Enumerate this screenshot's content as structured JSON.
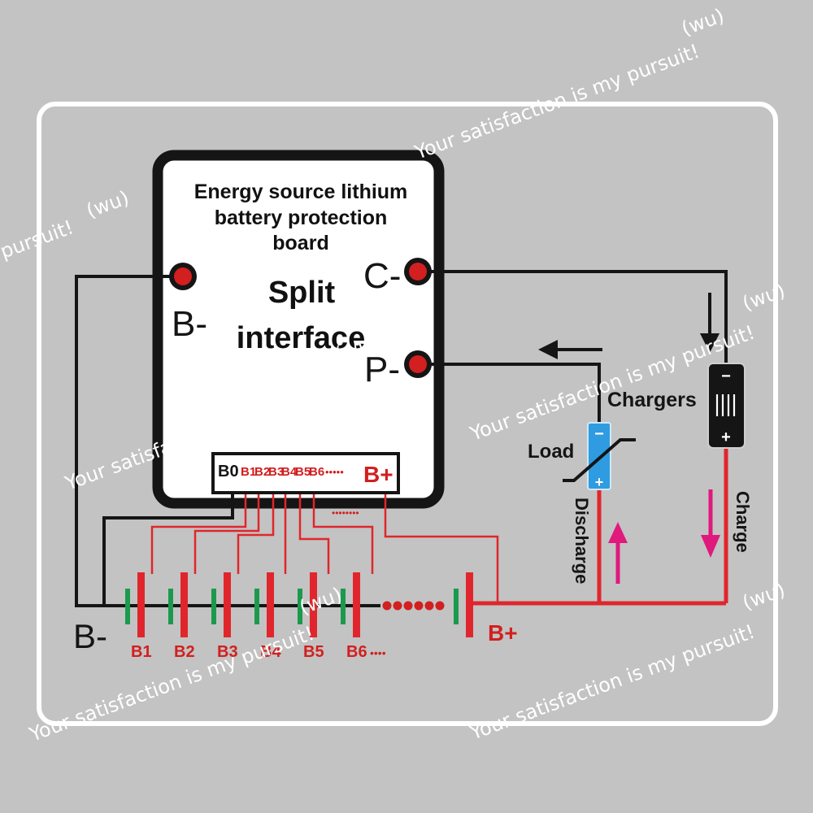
{
  "board": {
    "title_line1": "Energy source lithium",
    "title_line2": "battery protection",
    "title_line3": "board",
    "subtitle_line1": "Split",
    "subtitle_line2": "interface",
    "pad_b_minus": "B-",
    "pad_c_minus": "C-",
    "pad_p_minus": "P-",
    "connector": {
      "b0": "B0",
      "balance": [
        "B1",
        "B2",
        "B3",
        "B4",
        "B5",
        "B6"
      ],
      "dots": "•••••",
      "b_plus": "B+"
    },
    "more_dots": "••••••••"
  },
  "pack": {
    "negative_label": "B-",
    "cells": [
      "B1",
      "B2",
      "B3",
      "B4",
      "B5",
      "B6"
    ],
    "more_cells": "••••",
    "positive_label": "B+"
  },
  "load": {
    "label": "Load",
    "minus": "−",
    "plus": "+",
    "flow_label": "Discharge"
  },
  "charger": {
    "label": "Chargers",
    "minus": "−",
    "plus": "+",
    "flow_label": "Charge"
  },
  "watermark": {
    "slogan": "Your satisfaction is my pursuit!",
    "tag": "(wu)",
    "fragment": "pursuit!"
  },
  "colors": {
    "background": "#c3c3c3",
    "frame": "#ffffff",
    "wire_black": "#151515",
    "wire_red": "#e0262c",
    "cell_green": "#1b9a4e",
    "pad_red": "#d21f1f",
    "load_blue": "#2f9be0",
    "flow_arrow": "#e0197d"
  }
}
